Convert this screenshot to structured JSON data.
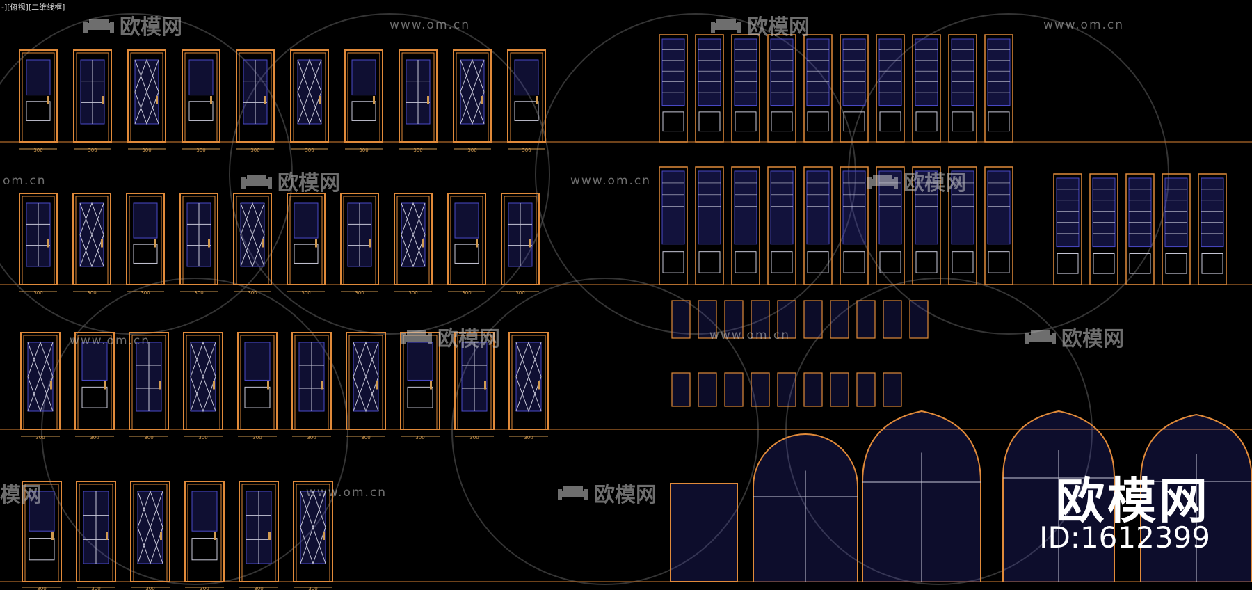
{
  "viewport": {
    "label": "-][俯视][二维线框]"
  },
  "watermark": {
    "logo_text": "欧模网",
    "url_text": "www.om.cn",
    "url_partial": "om.cn",
    "logo_partial": "模网"
  },
  "brand": {
    "name": "欧模网",
    "id": "ID:1612399"
  },
  "colors": {
    "background": "#000000",
    "frame": "#e08a3a",
    "glass": "#4a4ac8",
    "panel": "#c8c8d8",
    "line": "#b06a2a",
    "dim": "#d09a50"
  },
  "rows": {
    "row1": {
      "dims": [
        "300",
        "300",
        "300",
        "300",
        "300",
        "300",
        "300",
        "300",
        "300",
        "300"
      ]
    },
    "row2": {
      "dims": [
        "300",
        "300",
        "300",
        "300",
        "300",
        "300",
        "300",
        "300",
        "300",
        "300"
      ]
    },
    "row3": {
      "dims": [
        "300",
        "300",
        "300",
        "300",
        "300",
        "300",
        "300",
        "300",
        "300",
        "300"
      ]
    },
    "row4": {
      "dims": [
        "300",
        "300",
        "300",
        "300",
        "300",
        "300"
      ]
    }
  }
}
